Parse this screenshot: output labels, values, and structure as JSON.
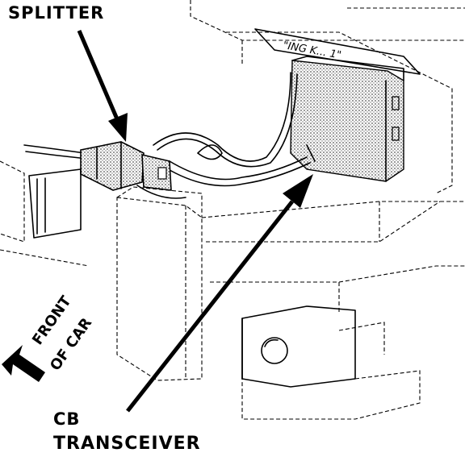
{
  "labels": {
    "splitter": "SPLITTER",
    "cb": "CB",
    "transceiver": "TRANSCEIVER",
    "front": "FRONT",
    "of_car": "OF CAR",
    "box_marking": "\"ING K... 1\""
  },
  "colors": {
    "ink": "#000000",
    "paper": "#ffffff",
    "stipple": "#8a8a8a"
  }
}
